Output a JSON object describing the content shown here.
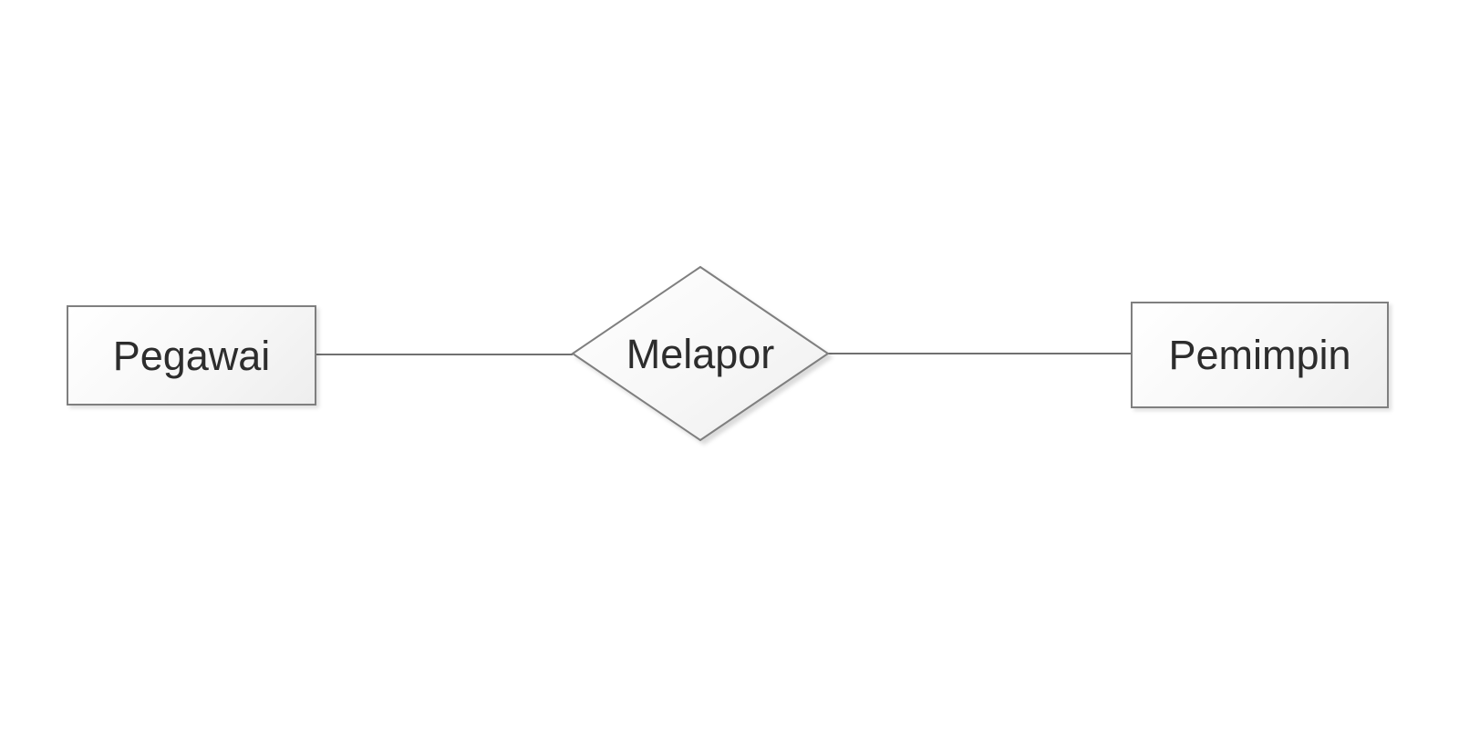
{
  "diagram": {
    "kind": "entity-relationship-diagram",
    "entities": [
      {
        "id": "pegawai",
        "label": "Pegawai",
        "shape": "rectangle"
      },
      {
        "id": "pemimpin",
        "label": "Pemimpin",
        "shape": "rectangle"
      }
    ],
    "relationship": {
      "id": "melapor",
      "label": "Melapor",
      "shape": "diamond"
    },
    "connectors": [
      {
        "from": "Pegawai",
        "to": "Melapor"
      },
      {
        "from": "Melapor",
        "to": "Pemimpin"
      }
    ],
    "colors": {
      "background": "#ffffff",
      "shape_fill_top": "#ffffff",
      "shape_fill_bottom": "#eeeeee",
      "shape_border": "#7f7f7f",
      "connector_line": "#707070",
      "text": "#2d2d2d"
    }
  }
}
